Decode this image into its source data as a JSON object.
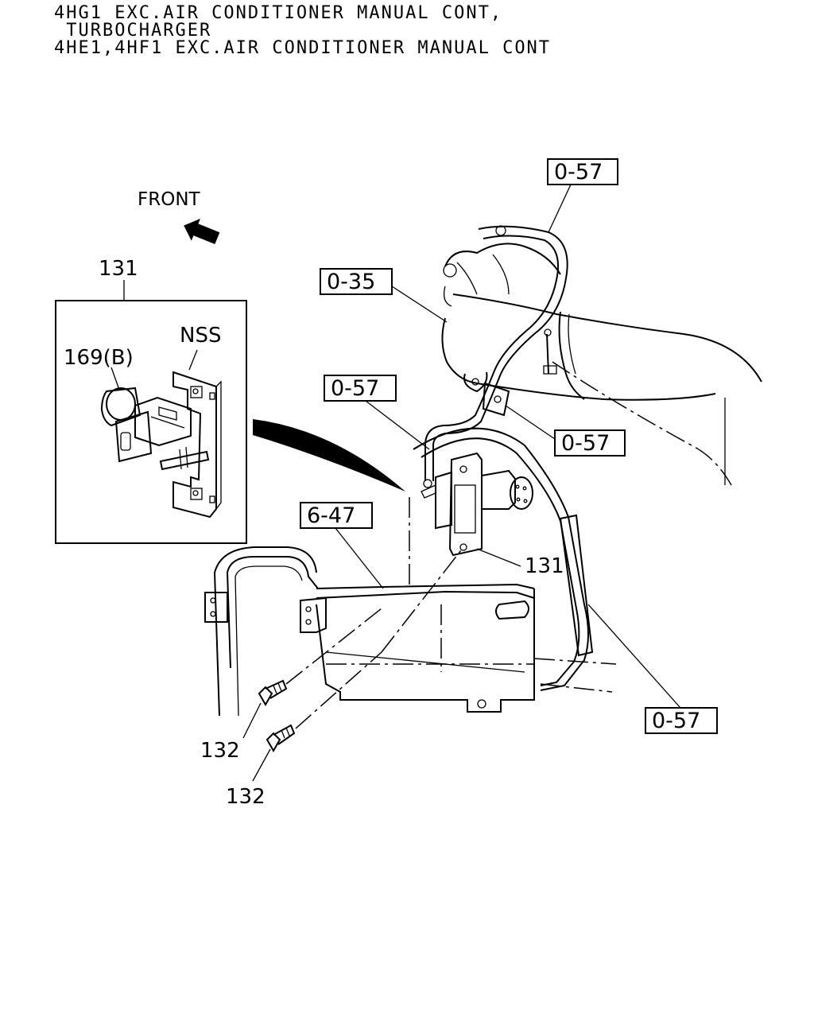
{
  "header": {
    "line1": "4HG1 EXC.AIR CONDITIONER MANUAL CONT,",
    "line2": " TURBOCHARGER",
    "line3": "4HE1,4HF1 EXC.AIR CONDITIONER MANUAL CONT"
  },
  "diagram": {
    "front_label": "FRONT",
    "inset_part": "131",
    "inset_nss": "NSS",
    "inset_169": "169(B)",
    "part_131": "131",
    "part_132_a": "132",
    "part_132_b": "132",
    "refs": {
      "ref_057_top": "0-57",
      "ref_035": "0-35",
      "ref_057_mid_left": "0-57",
      "ref_057_mid_right": "0-57",
      "ref_647": "6-47",
      "ref_057_bottom": "0-57"
    }
  }
}
